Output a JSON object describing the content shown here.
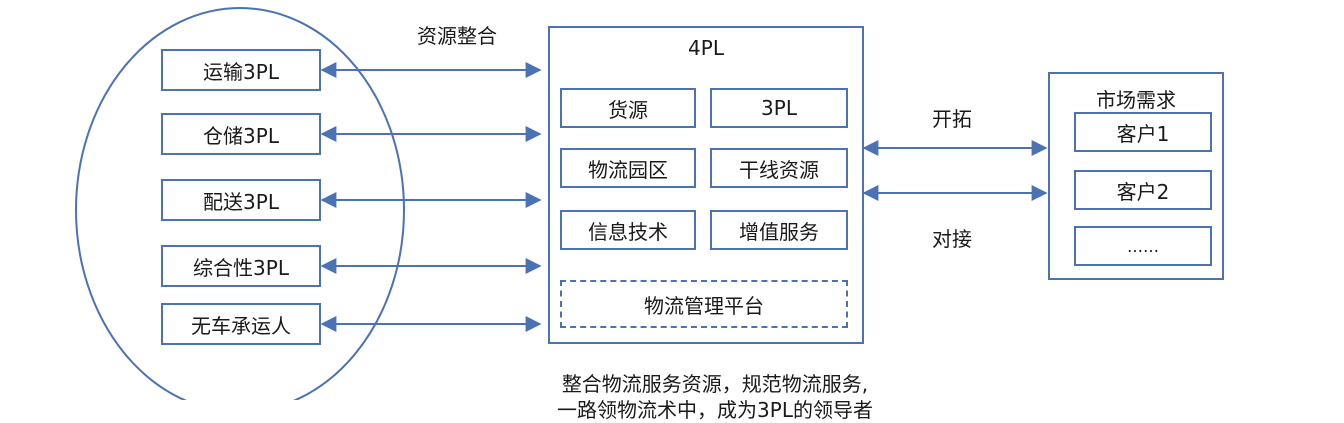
{
  "left_group": {
    "items": [
      "运输3PL",
      "仓储3PL",
      "配送3PL",
      "综合性3PL",
      "无车承运人"
    ]
  },
  "arrow_label_top": "资源整合",
  "center": {
    "title": "4PL",
    "cells": [
      "货源",
      "3PL",
      "物流园区",
      "干线资源",
      "信息技术",
      "增值服务"
    ],
    "platform": "物流管理平台",
    "caption_line1": "整合物流服务资源，规范物流服务,",
    "caption_line2": "一路领物流术中，成为3PL的领导者"
  },
  "right_arrows": {
    "upper_label": "开拓",
    "lower_label": "对接"
  },
  "market": {
    "title": "市场需求",
    "items": [
      "客户1",
      "客户2",
      "……"
    ]
  },
  "colors": {
    "stroke": "#4a72b5",
    "text": "#1a1a1a"
  }
}
